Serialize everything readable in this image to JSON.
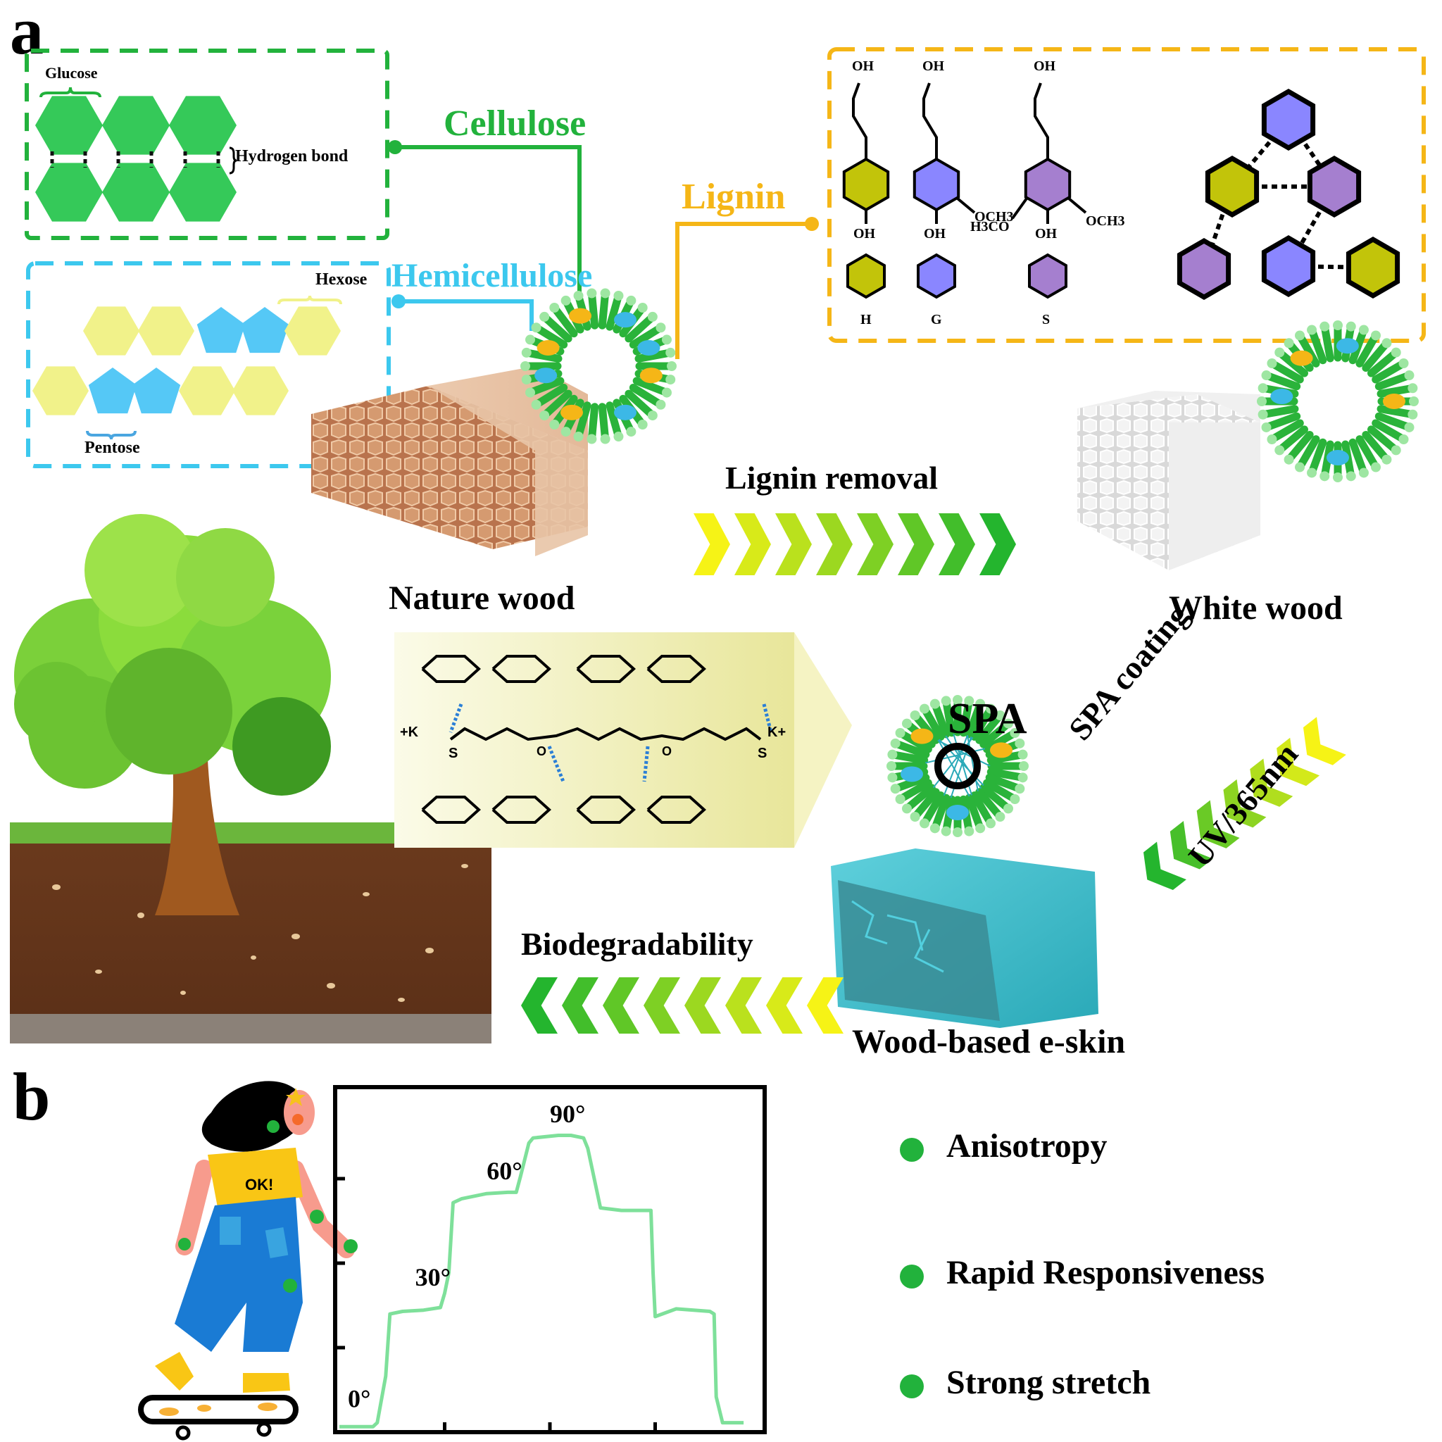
{
  "panel_a": {
    "letter": "a",
    "cellulose": {
      "title": "Cellulose",
      "unit_label": "Glucose",
      "bond_label": "Hydrogen bond",
      "color": "#22b23c",
      "hex_color": "#35c959"
    },
    "hemicellulose": {
      "title": "Hemicellulose",
      "hexose_label": "Hexose",
      "pentose_label": "Pentose",
      "color": "#3cc8ee",
      "hexose_color": "#f1f28a",
      "pentose_color": "#55c8f6"
    },
    "lignin": {
      "title": "Lignin",
      "color": "#f5b617",
      "monomers": [
        {
          "name": "H",
          "top": "OH",
          "bottom": "OH",
          "substituents": [],
          "color": "#c2c40a"
        },
        {
          "name": "G",
          "top": "OH",
          "bottom": "OH",
          "substituents": [
            "OCH3"
          ],
          "color": "#8a86ff"
        },
        {
          "name": "S",
          "top": "OH",
          "bottom": "OH",
          "substituents": [
            "H3CO",
            "OCH3"
          ],
          "color": "#a57fcf"
        }
      ]
    },
    "stages": {
      "nature_wood": "Nature wood",
      "white_wood": "White wood",
      "eskin": "Wood-based e-skin"
    },
    "arrows": {
      "lignin_removal": "Lignin removal",
      "spa_coating": "SPA coating",
      "uv": "UV/365nm",
      "biodegradability": "Biodegradability"
    },
    "spa_label": "SPA",
    "chem": {
      "k_left": "+K",
      "k_right": "K+"
    }
  },
  "panel_b": {
    "letter": "b",
    "features": [
      {
        "label": "Anisotropy"
      },
      {
        "label": "Rapid Responsiveness"
      },
      {
        "label": "Strong stretch"
      }
    ],
    "shirt_text": "OK!"
  },
  "chart_data": {
    "type": "line",
    "title": "",
    "xlabel": "",
    "ylabel": "",
    "xlim": [
      0,
      100
    ],
    "ylim": [
      0,
      100
    ],
    "x_ticks": [
      25,
      50,
      75
    ],
    "y_ticks": [
      25,
      50,
      75
    ],
    "tick_labels_shown": false,
    "series": [
      {
        "name": "sensor response",
        "color": "#7ee09a",
        "x": [
          0,
          8,
          9,
          11,
          12,
          15,
          20,
          24,
          25,
          26,
          27,
          29,
          35,
          40,
          42,
          43,
          45,
          46,
          52,
          55,
          58,
          59,
          62,
          67,
          72,
          74,
          74.5,
          75,
          80,
          88,
          89,
          89.5,
          91,
          96
        ],
        "y": [
          0.5,
          0.5,
          2,
          20,
          44,
          45,
          45.5,
          46.5,
          52,
          60,
          87,
          88.5,
          90.5,
          91,
          91,
          97,
          110,
          112,
          113,
          113,
          112,
          108,
          85,
          84,
          84,
          84,
          60,
          43,
          46,
          45,
          44,
          12,
          2,
          2
        ]
      }
    ],
    "annotations": [
      {
        "text": "0°",
        "x": 2,
        "y": 8
      },
      {
        "text": "30°",
        "x": 18,
        "y": 55
      },
      {
        "text": "60°",
        "x": 35,
        "y": 96
      },
      {
        "text": "90°",
        "x": 50,
        "y": 118
      }
    ]
  }
}
